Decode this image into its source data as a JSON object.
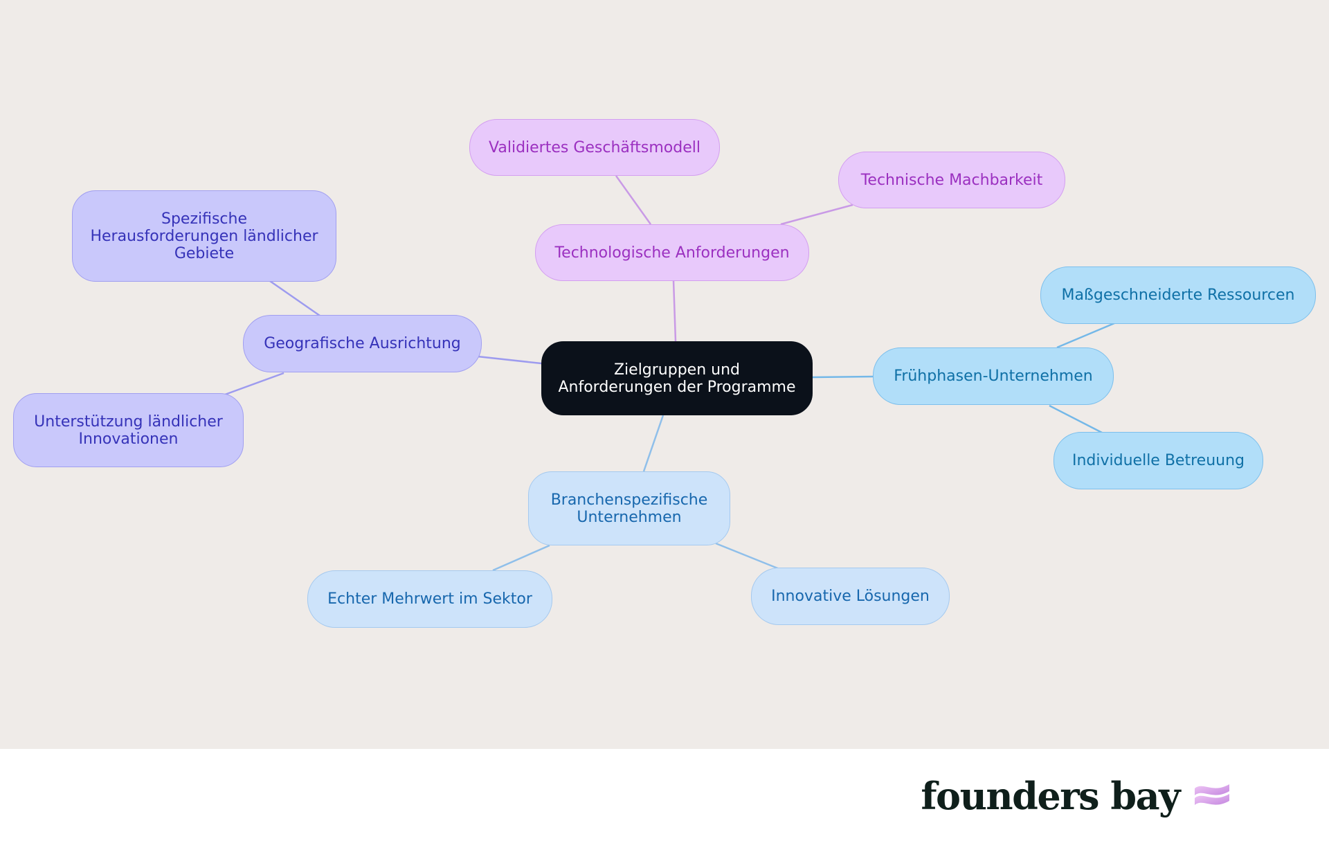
{
  "mindmap": {
    "root": "Zielgruppen und\nAnforderungen der Programme",
    "branches": {
      "tech": {
        "label": "Technologische Anforderungen",
        "children": [
          "Validiertes Geschäftsmodell",
          "Technische Machbarkeit"
        ]
      },
      "geo": {
        "label": "Geografische Ausrichtung",
        "children": [
          "Spezifische\nHerausforderungen ländlicher\nGebiete",
          "Unterstützung ländlicher\nInnovationen"
        ]
      },
      "early": {
        "label": "Frühphasen-Unternehmen",
        "children": [
          "Maßgeschneiderte Ressourcen",
          "Individuelle Betreuung"
        ]
      },
      "sector": {
        "label": "Branchenspezifische\nUnternehmen",
        "children": [
          "Echter Mehrwert im Sektor",
          "Innovative Lösungen"
        ]
      }
    }
  },
  "colors": {
    "background": "#efebe8",
    "root_fill": "#0b111a",
    "root_text": "#ffffff",
    "tech_fill": "#e8c9fb",
    "tech_border": "#d39ef0",
    "tech_text": "#9b30c0",
    "tech_edge": "#c99ae6",
    "geo_fill": "#c9c8fb",
    "geo_border": "#a09ef0",
    "geo_text": "#3532b8",
    "geo_edge": "#9d9bef",
    "early_fill": "#b1def9",
    "early_border": "#7cbfec",
    "early_text": "#0f70a6",
    "early_edge": "#74b8e8",
    "sector_fill": "#cde3fa",
    "sector_border": "#a4c9ef",
    "sector_text": "#1767ad",
    "sector_edge": "#8fbfea"
  },
  "footer": {
    "brand": "founders bay",
    "brand_mark_icon": "wave-logo-icon"
  }
}
